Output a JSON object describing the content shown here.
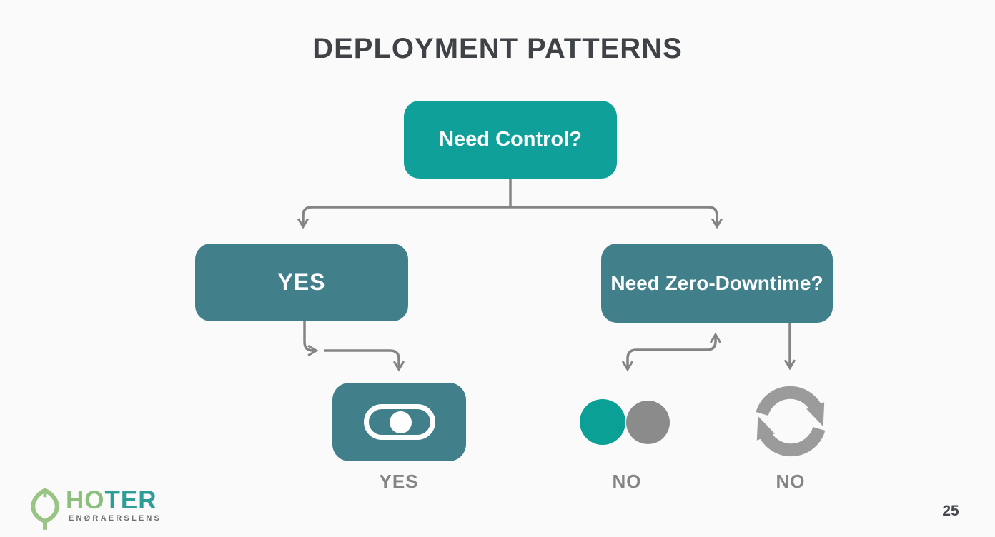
{
  "slide": {
    "title": "DEPLOYMENT PATTERNS",
    "page_number": "25"
  },
  "flowchart": {
    "root": {
      "label": "Need Control?"
    },
    "branch_left": {
      "label": "YES"
    },
    "branch_right": {
      "label": "Need Zero-Downtime?"
    },
    "leaves": [
      {
        "icon": "toggle-icon",
        "label": "YES"
      },
      {
        "icon": "blue-green-circles-icon",
        "label": "NO"
      },
      {
        "icon": "rolling-update-icon",
        "label": "NO"
      }
    ]
  },
  "logo": {
    "word_part1": "HO",
    "word_part2": "TER",
    "tagline": "ENØRAERSLENS"
  },
  "colors": {
    "root_teal": "#0FA09A",
    "branch_slate_teal": "#41808A",
    "active_circle_teal": "#0AA096",
    "idle_circle_gray": "#8B8B8B",
    "connector_gray": "#848484",
    "refresh_icon_gray": "#9B9B9B",
    "title_text": "#3F4247",
    "label_gray": "#848484",
    "logo_green": "#8CBE7C",
    "logo_teal": "#2E9D97",
    "background": "#FAFAFA"
  }
}
